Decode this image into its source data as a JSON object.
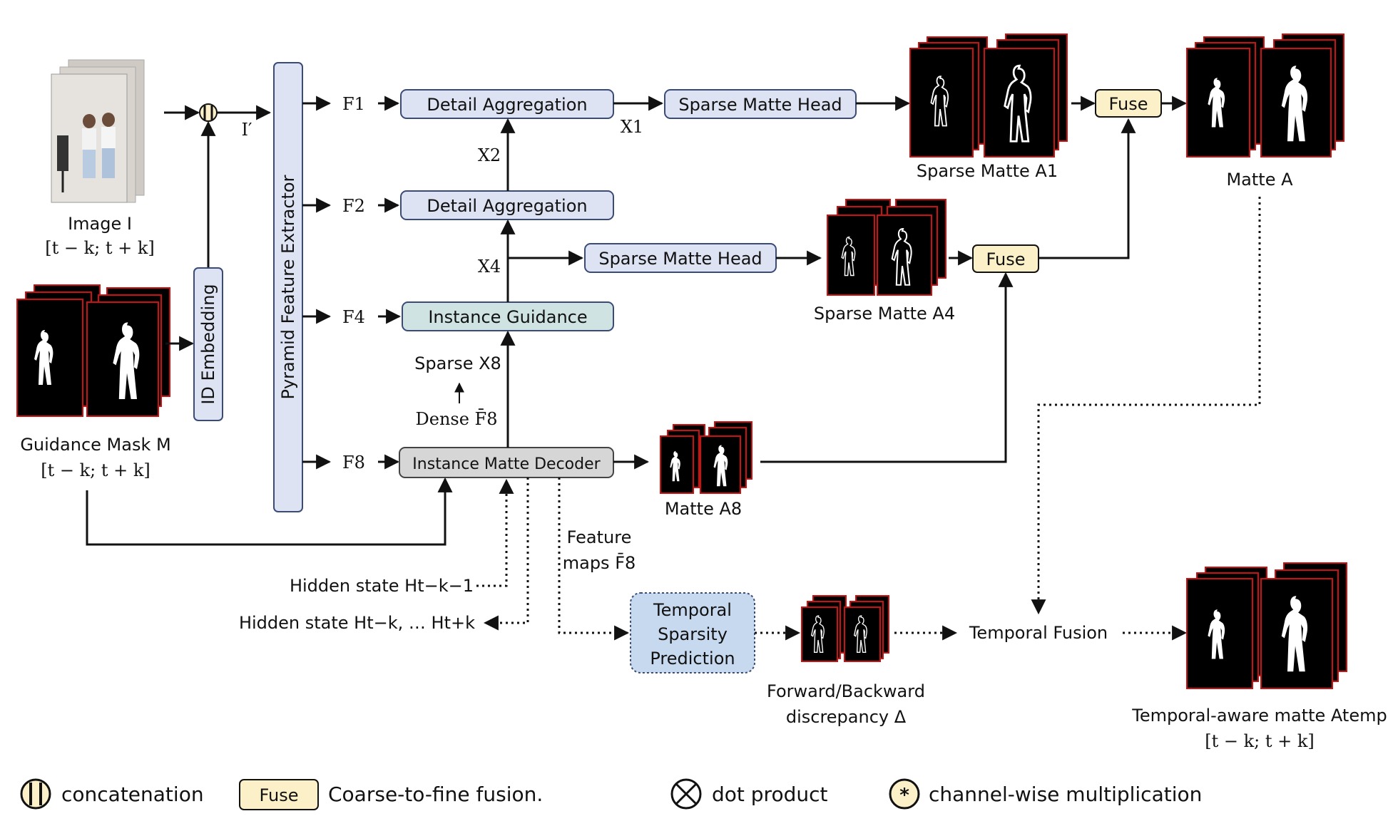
{
  "colors": {
    "block_fill": "#dde3f3",
    "block_stroke": "#3a4b78",
    "guidance_fill": "#cfe3e3",
    "decoder_fill": "#d6d6d6",
    "fuse_fill": "#fbf0c8",
    "temporal_fill": "#c7d9ee",
    "frame_border": "#cc1111"
  },
  "inputs": {
    "image_label": "Image I",
    "image_range": "[t − k; t + k]",
    "mask_label": "Guidance Mask M",
    "mask_range": "[t − k; t + k]"
  },
  "blocks": {
    "id_embedding": "ID Embedding",
    "pyramid": "Pyramid Feature Extractor",
    "detail_agg_1": "Detail Aggregation",
    "detail_agg_2": "Detail Aggregation",
    "sparse_head_1": "Sparse Matte Head",
    "sparse_head_2": "Sparse Matte Head",
    "instance_guidance": "Instance Guidance",
    "decoder": "Instance Matte Decoder",
    "fuse_1": "Fuse",
    "fuse_2": "Fuse",
    "temporal_l1": "Temporal",
    "temporal_l2": "Sparsity",
    "temporal_l3": "Prediction",
    "temporal_fusion": "Temporal Fusion"
  },
  "features": {
    "i_prime": "I′",
    "f1": "F1",
    "f2": "F2",
    "f4": "F4",
    "f8": "F8",
    "x1": "X1",
    "x2": "X2",
    "x4": "X4",
    "sparse_x8": "Sparse X8",
    "dense_f8": "Dense F̄8"
  },
  "outputs": {
    "sparse_a1": "Sparse Matte A1",
    "sparse_a4": "Sparse Matte A4",
    "matte_a8": "Matte A8",
    "matte_a": "Matte A",
    "feature_maps_l1": "Feature",
    "feature_maps_l2": "maps F̄8",
    "hidden_prev": "Hidden state Ht−k−1",
    "hidden_range": "Hidden state Ht−k, … Ht+k",
    "discrepancy_l1": "Forward/Backward",
    "discrepancy_l2": "discrepancy Δ",
    "temporal_matte": "Temporal-aware matte Atemp",
    "temporal_range": "[t − k; t + k]"
  },
  "legend": {
    "concat": "concatenation",
    "fuse_box": "Fuse",
    "fuse_desc": "Coarse-to-fine fusion.",
    "dot": "dot product",
    "channel": "channel-wise multiplication"
  }
}
